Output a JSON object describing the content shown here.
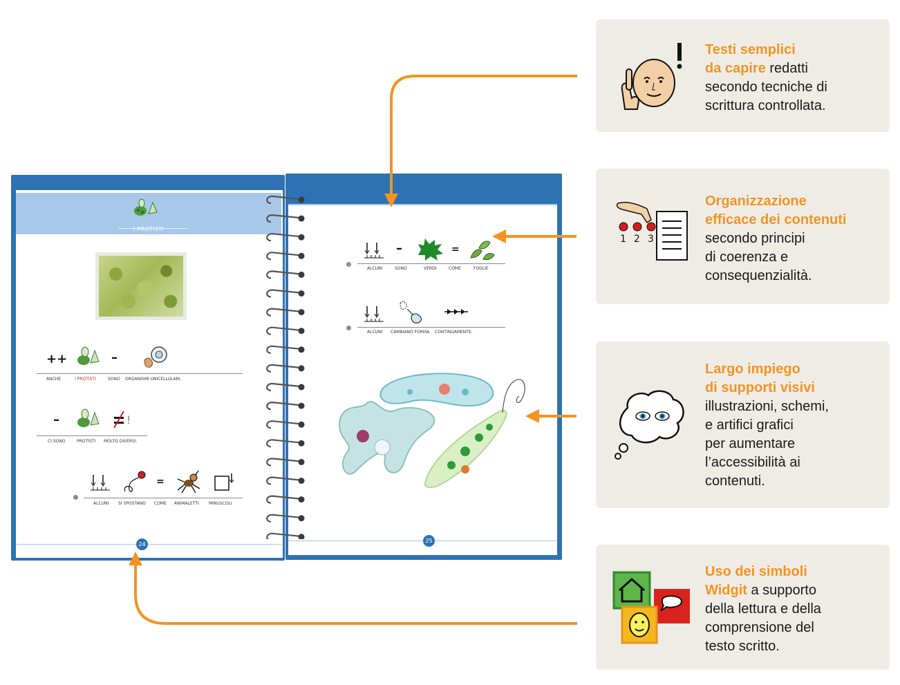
{
  "colors": {
    "accent": "#f39323",
    "notebook_blue": "#2e72b4",
    "band_blue": "#a8c8ea",
    "card_background": "#efece6"
  },
  "left_page": {
    "title": "I PROTISTI",
    "page_number": "24",
    "rows": [
      {
        "labels": [
          "ANCHE",
          "I PROTISTI",
          "SONO",
          "ORGANISMI UNICELLULARI."
        ]
      },
      {
        "labels": [
          "CI SONO",
          "PROTISTI",
          "MOLTO DIVERSI."
        ]
      },
      {
        "labels": [
          "ALCUNI",
          "SI SPOSTANO",
          "COME",
          "ANIMALETTI",
          "MINUSCOLI"
        ]
      }
    ]
  },
  "right_page": {
    "page_number": "25",
    "rows": [
      {
        "labels": [
          "ALCUNI",
          "SONO",
          "VERDI",
          "COME",
          "FOGLIE"
        ]
      },
      {
        "labels": [
          "ALCUNI",
          "CAMBIANO FORMA",
          "CONTINUAMENTE."
        ]
      }
    ]
  },
  "callouts": [
    {
      "icon": "face-thinking-icon",
      "lines": [
        {
          "accent": "Testi semplici",
          "text": ""
        },
        {
          "accent": "da capire",
          "text": " redatti"
        },
        {
          "accent": "",
          "text": "secondo tecniche di"
        },
        {
          "accent": "",
          "text": "scrittura controllata."
        }
      ]
    },
    {
      "icon": "ordered-list-icon",
      "lines": [
        {
          "accent": "Organizzazione",
          "text": ""
        },
        {
          "accent": "efficace dei contenuti",
          "text": ""
        },
        {
          "accent": "",
          "text": "secondo principi"
        },
        {
          "accent": "",
          "text": "di coerenza e"
        },
        {
          "accent": "",
          "text": "consequenzialità."
        }
      ]
    },
    {
      "icon": "thought-cloud-eyes-icon",
      "lines": [
        {
          "accent": "Largo impiego",
          "text": ""
        },
        {
          "accent": "di supporti visivi",
          "text": ""
        },
        {
          "accent": "",
          "text": "illustrazioni, schemi,"
        },
        {
          "accent": "",
          "text": "e artifici grafici"
        },
        {
          "accent": "",
          "text": "per aumentare"
        },
        {
          "accent": "",
          "text": "l’accessibilità ai"
        },
        {
          "accent": "",
          "text": "contenuti."
        }
      ]
    },
    {
      "icon": "widgit-symbols-icon",
      "lines": [
        {
          "accent": "Uso dei simboli",
          "text": ""
        },
        {
          "accent": "Widgit",
          "text": " a supporto"
        },
        {
          "accent": "",
          "text": "della lettura e della"
        },
        {
          "accent": "",
          "text": "comprensione del"
        },
        {
          "accent": "",
          "text": "testo scritto."
        }
      ]
    }
  ]
}
